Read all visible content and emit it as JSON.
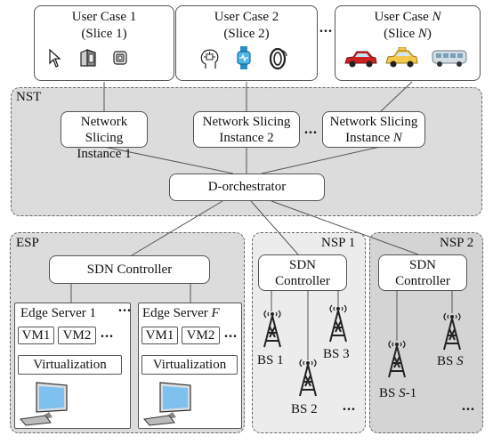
{
  "user_cases": [
    {
      "line1": "User Case 1",
      "line2": "(Slice 1)"
    },
    {
      "line1": "User Case 2",
      "line2": "(Slice 2)"
    },
    {
      "line1_prefix": "User Case ",
      "line1_var": "N",
      "line2_prefix": "(Slice ",
      "line2_var": "N",
      "line2_suffix": ")"
    }
  ],
  "user_case_ellipsis": "...",
  "nst": {
    "label": "NST",
    "instances": [
      {
        "line1": "Network Slicing",
        "line2": "Instance 1"
      },
      {
        "line1": "Network Slicing",
        "line2": "Instance 2"
      },
      {
        "line1": "Network Slicing",
        "line2_prefix": "Instance ",
        "line2_var": "N"
      }
    ],
    "ellipsis": "...",
    "orchestrator": "D-orchestrator"
  },
  "esp": {
    "label": "ESP",
    "controller": "SDN Controller",
    "servers": [
      {
        "title": "Edge Server 1",
        "vm1": "VM1",
        "vm2": "VM2",
        "vm_ellipsis": "...",
        "virtualization": "Virtualization"
      },
      {
        "title_prefix": "Edge Server ",
        "title_var": "F",
        "vm1": "VM1",
        "vm2": "VM2",
        "vm_ellipsis": "...",
        "virtualization": "Virtualization"
      }
    ],
    "server_ellipsis": "..."
  },
  "nsp1": {
    "label": "NSP 1",
    "controller_line1": "SDN",
    "controller_line2": "Controller",
    "bs": [
      {
        "label": "BS 1"
      },
      {
        "label": "BS 2"
      },
      {
        "label": "BS 3"
      }
    ],
    "ellipsis": "..."
  },
  "nsp2": {
    "label": "NSP 2",
    "controller_line1": "SDN",
    "controller_line2": "Controller",
    "bs": [
      {
        "prefix": "BS ",
        "var": "S",
        "suffix": "-1"
      },
      {
        "prefix": "BS ",
        "var": "S",
        "suffix": ""
      }
    ],
    "ellipsis": "..."
  },
  "colors": {
    "region_fill": "#dcdcdc",
    "nsp1_fill": "#ececec",
    "nsp2_fill": "#d4d4d4",
    "line": "#555555"
  },
  "icons": [
    "cursor-icon",
    "phone-icon",
    "tablet-icon",
    "brain-chip-icon",
    "smartwatch-icon",
    "wireless-ring-icon",
    "red-car-icon",
    "taxi-icon",
    "bus-icon",
    "tower-icon",
    "monitor-icon"
  ]
}
